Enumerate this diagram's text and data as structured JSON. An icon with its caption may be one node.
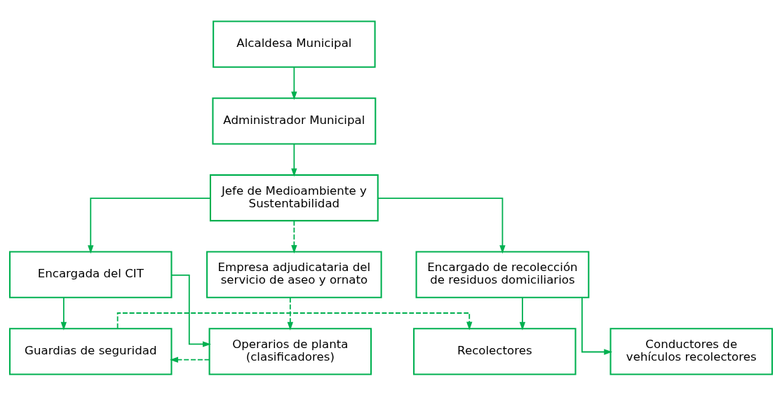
{
  "diagram": {
    "nodes": [
      {
        "text": [
          "Alcaldesa Municipal"
        ]
      },
      {
        "text": [
          "Administrador Municipal"
        ]
      },
      {
        "text": [
          "Jefe de Medioambiente y Sustentabilidad"
        ]
      },
      {
        "text": [
          "Encargada del CIT"
        ]
      },
      {
        "text": [
          "Encargado de recolección de residuos domiciliarios"
        ]
      },
      {
        "text": [
          "Empresa adjudicataria del servicio de aseo y ornato"
        ]
      },
      {
        "text": [
          "Operarios de planta (clasificadores)"
        ]
      },
      {
        "text": [
          "Guardias de seguridad"
        ]
      },
      {
        "text": [
          "Recolectores"
        ]
      },
      {
        "text": [
          "Conductores de vehículos recolectores"
        ]
      }
    ],
    "edges": [
      {
        "from": 0,
        "to": 1,
        "arrow": "to"
      },
      {
        "from": 1,
        "to": 2,
        "arrow": "to"
      },
      {
        "from": 2,
        "to": 3,
        "arrow": "to"
      },
      {
        "from": 2,
        "to": 4,
        "arrow": "to"
      },
      {
        "from": 2,
        "to": 5,
        "arrow": "to",
        "style": "dashed"
      },
      {
        "from": 3,
        "to": 6,
        "arrow": "to"
      },
      {
        "from": 3,
        "to": 7,
        "arrow": "to"
      },
      {
        "from": 4,
        "to": 8,
        "arrow": "to"
      },
      {
        "from": 4,
        "to": 9,
        "arrow": "to"
      },
      {
        "from": 5,
        "to": 6,
        "arrow": "to",
        "style": "dashed"
      },
      {
        "from": 6,
        "to": 7,
        "arrow": "to",
        "style": "dashed"
      },
      {
        "from": 7,
        "to": 8,
        "arrow": "to",
        "style": "dashed"
      }
    ]
  }
}
